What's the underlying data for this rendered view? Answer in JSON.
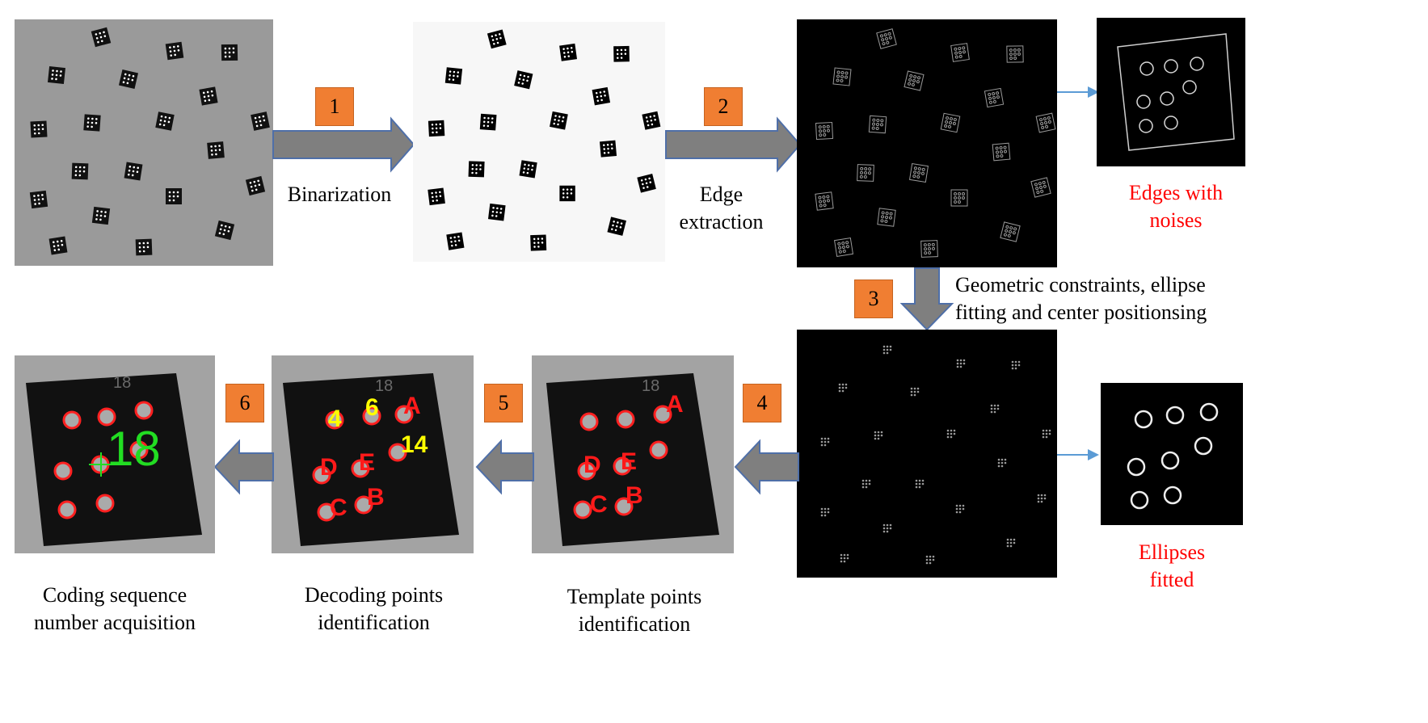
{
  "steps": {
    "s1": "1",
    "s2": "2",
    "s3": "3",
    "s4": "4",
    "s5": "5",
    "s6": "6"
  },
  "captions": {
    "binarization": "Binarization",
    "edge_extraction": "Edge\nextraction",
    "edges_with_noises": "Edges with\nnoises",
    "geometric": "Geometric constraints, ellipse\nfitting and center positionsing",
    "ellipses_fitted": "Ellipses\nfitted",
    "template": "Template points\nidentification",
    "decoding": "Decoding points\nidentification",
    "coding": "Coding sequence\nnumber acquisition"
  },
  "target_labels": {
    "id": "18",
    "A": "A",
    "B": "B",
    "C": "C",
    "D": "D",
    "E": "E",
    "n4": "4",
    "n6": "6",
    "n14": "14",
    "result": "18"
  },
  "colors": {
    "step_box": "#f07e32",
    "arrow_fill": "#7f7f7f",
    "arrow_stroke": "#4f6fa8",
    "thin_arrow": "#5b9bd5",
    "label_red": "#ff0000",
    "label_yellow": "#ffff00",
    "label_green": "#22dd22"
  }
}
